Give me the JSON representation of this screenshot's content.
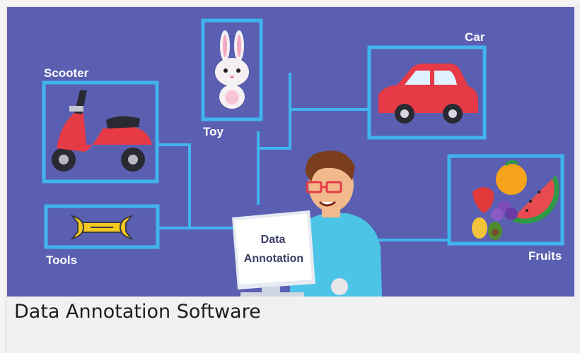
{
  "illustration": {
    "labels": {
      "scooter": "Scooter",
      "toy": "Toy",
      "car": "Car",
      "tools": "Tools",
      "fruits": "Fruits"
    },
    "monitor_line1": "Data",
    "monitor_line2": "Annotation"
  },
  "caption": "Data Annotation Software",
  "colors": {
    "background": "#5a5fb2",
    "frame": "#41b4ee",
    "caption_text": "#1e1e1e"
  }
}
